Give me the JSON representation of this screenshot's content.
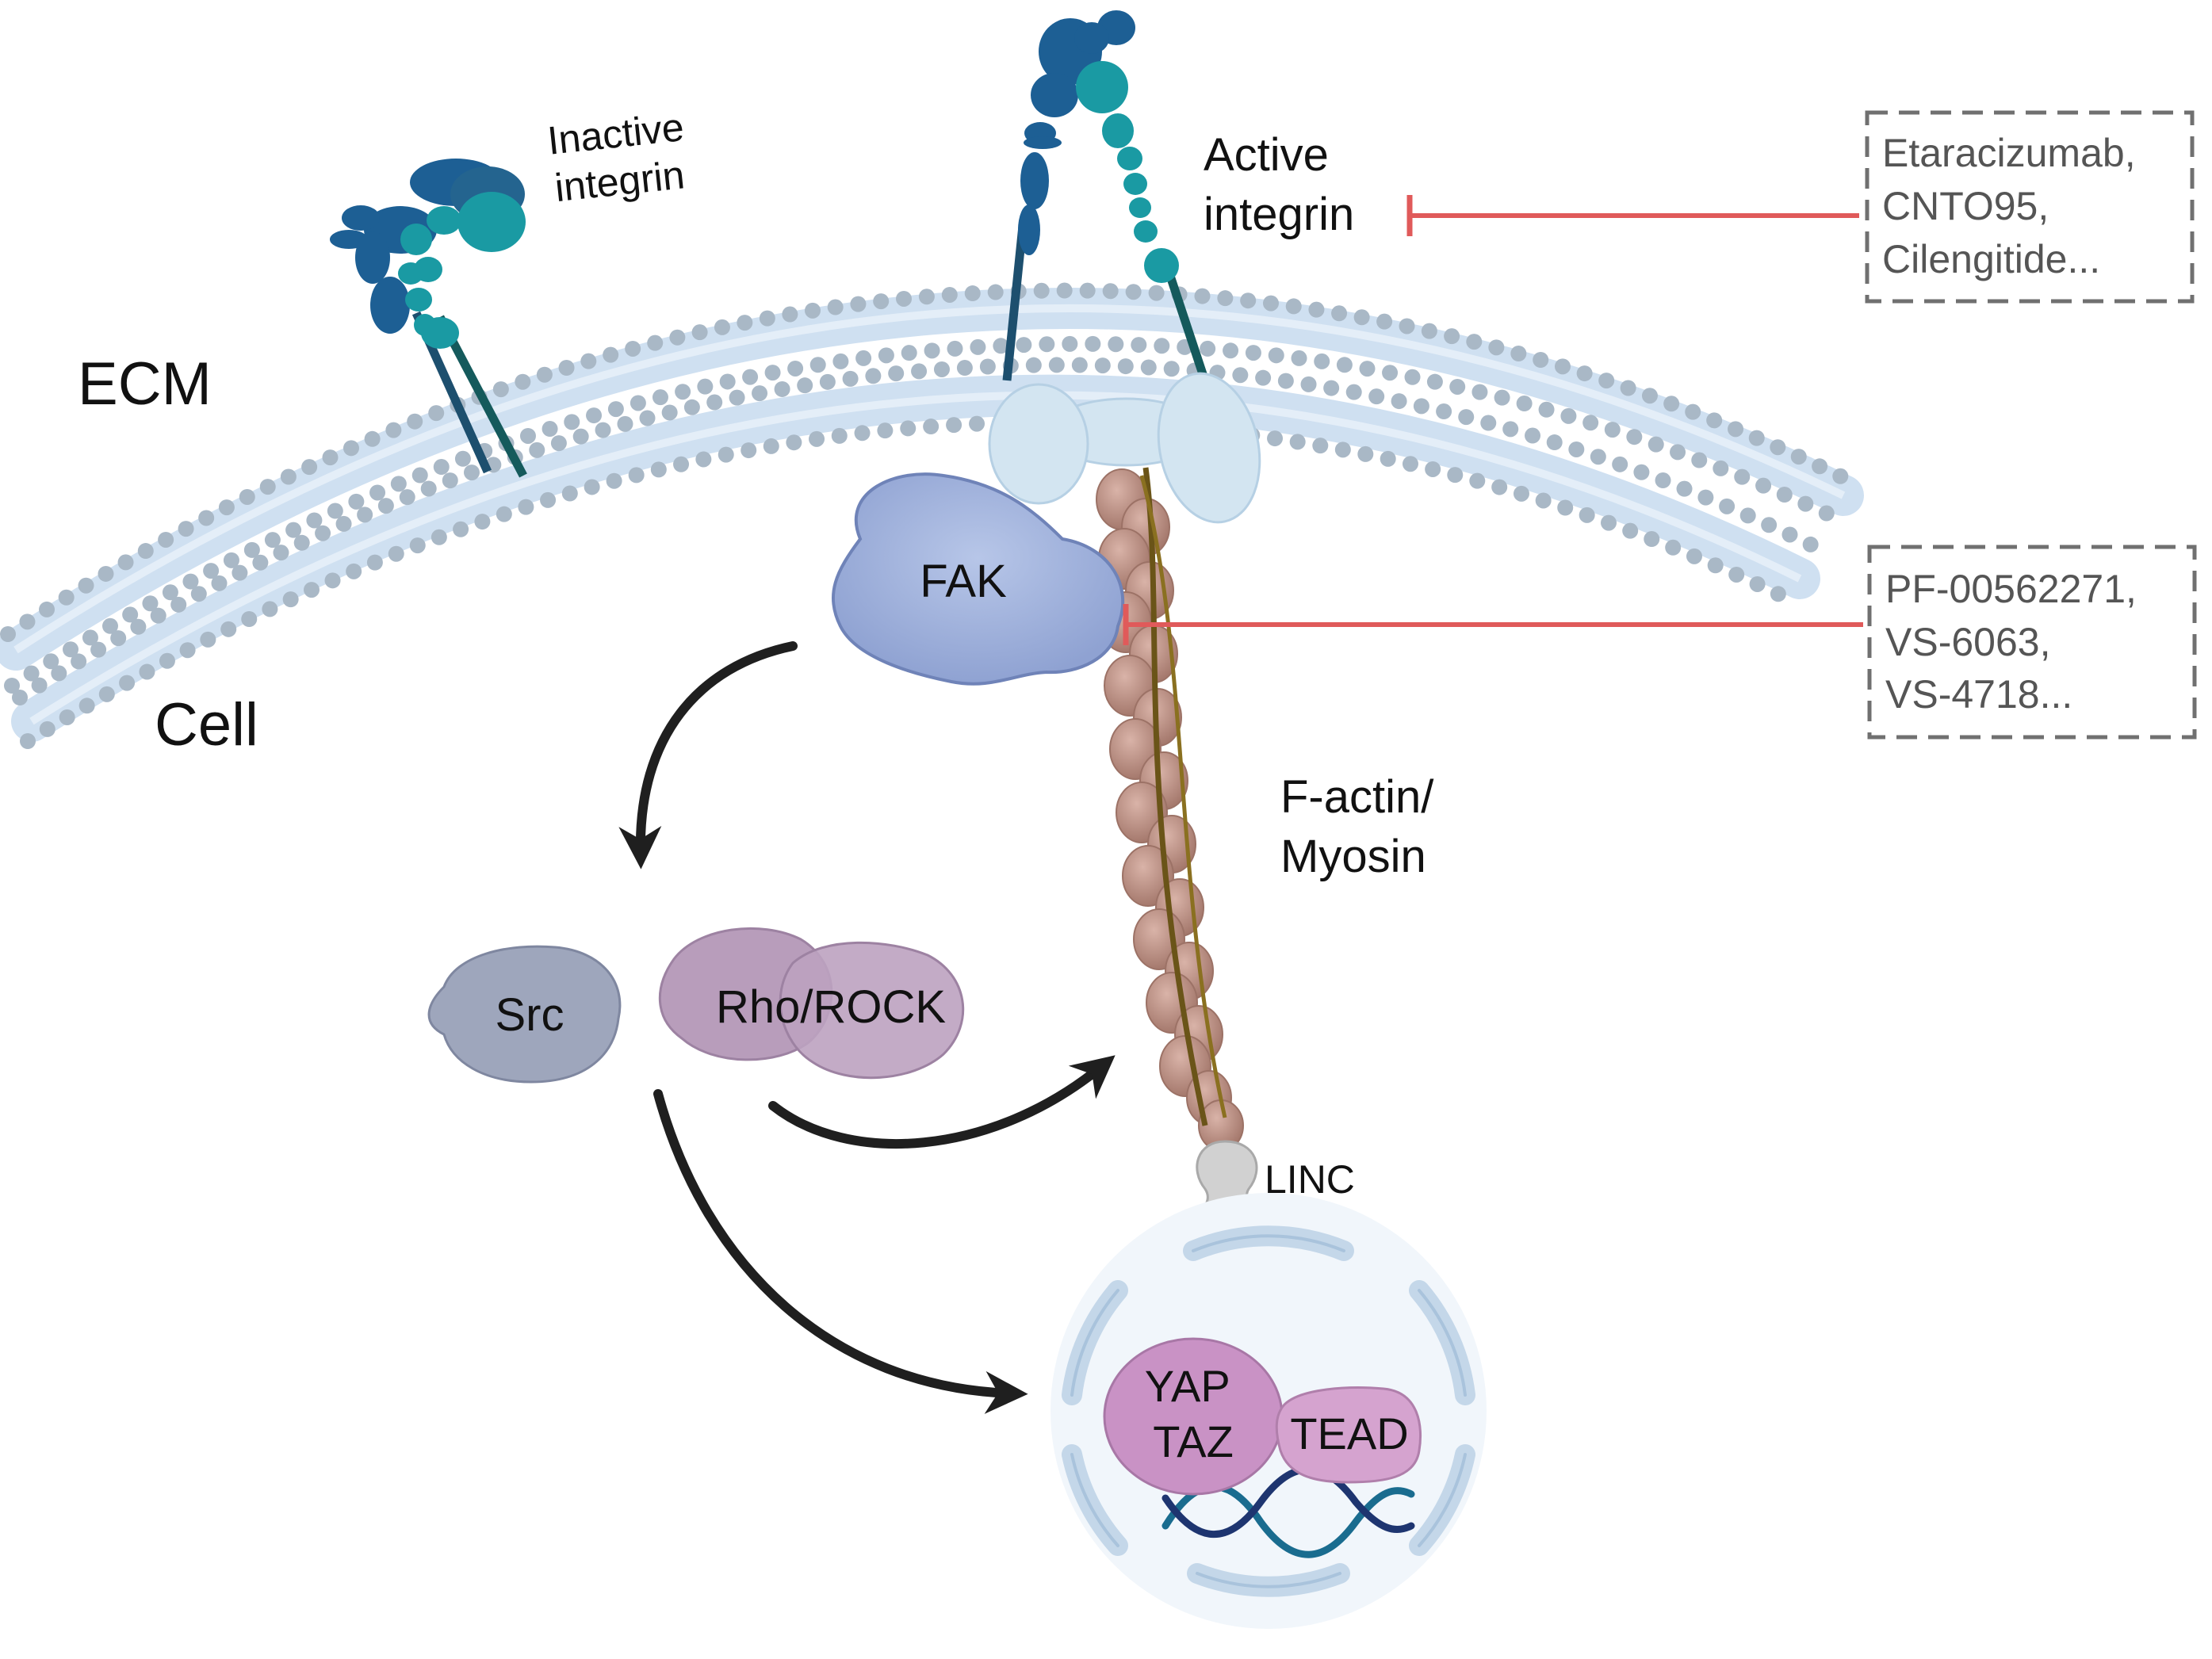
{
  "labels": {
    "ecm": "ECM",
    "cell": "Cell",
    "inactive_integrin": [
      "Inactive",
      "integrin"
    ],
    "active_integrin": [
      "Active",
      "integrin"
    ],
    "fak": "FAK",
    "src": "Src",
    "rho_rock": "Rho/ROCK",
    "factin_myosin": [
      "F-actin/",
      "Myosin"
    ],
    "linc": "LINC",
    "yap_taz": [
      "YAP",
      "TAZ"
    ],
    "tead": "TEAD"
  },
  "inhibitors": {
    "integrin_drugs": [
      "Etaracizumab,",
      " CNTO95,",
      "Cilengitide..."
    ],
    "fak_drugs": [
      "PF-00562271,",
      "VS-6063,",
      "VS-4718..."
    ]
  },
  "colors": {
    "inhibition_line": "#e05a5a",
    "arrow": "#1f1f1f",
    "membrane_head": "#a9b8c6",
    "membrane_tail": "#cfe0f1",
    "integrin_dark": "#1d5f94",
    "integrin_teal": "#1a9aa3",
    "fak": "#a8b9de",
    "src": "#9ea6bc",
    "rho_rock": "#b89dbb",
    "yap_taz": "#c992c5",
    "tead": "#d5a3cf",
    "actin": "#c7998c",
    "nucleus": "#f1f6fb",
    "nuclear_envelope": "#c4d7e9"
  }
}
